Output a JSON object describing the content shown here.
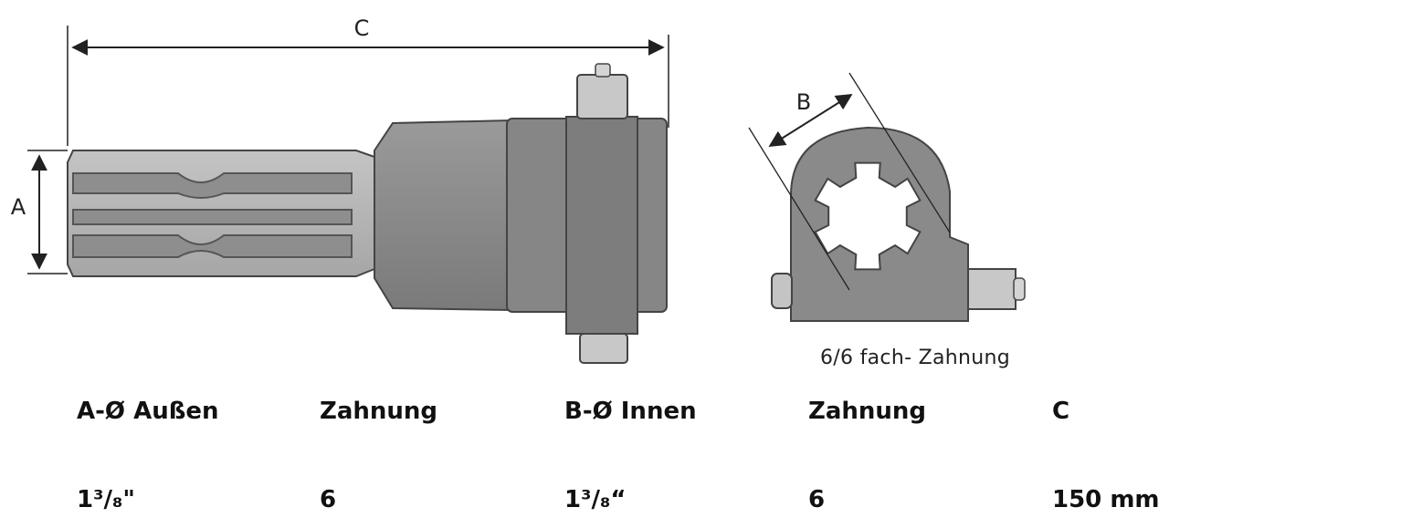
{
  "dimensions": {
    "a": "A",
    "b": "B",
    "c": "C"
  },
  "caption": "6/6 fach- Zahnung",
  "table": {
    "headers": [
      "A-Ø  Außen",
      "Zahnung",
      "B-Ø Innen",
      "Zahnung",
      "C"
    ],
    "values": [
      "1³/₈\"",
      "6",
      "1³/₈“",
      "6",
      "150 mm"
    ]
  }
}
